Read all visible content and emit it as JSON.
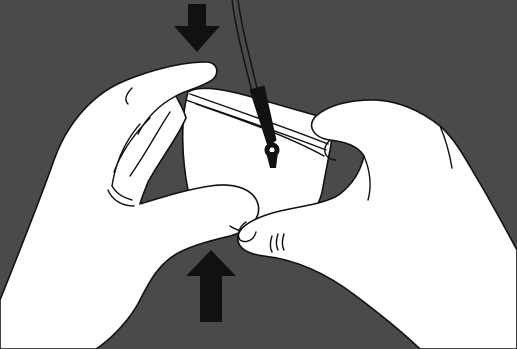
{
  "illustration": {
    "background_color": "#4a4a4a",
    "line_color": "#111111",
    "fill_color": "#ffffff",
    "arrows": [
      {
        "direction": "down",
        "meaning": "press"
      },
      {
        "direction": "up",
        "meaning": "press"
      }
    ]
  }
}
